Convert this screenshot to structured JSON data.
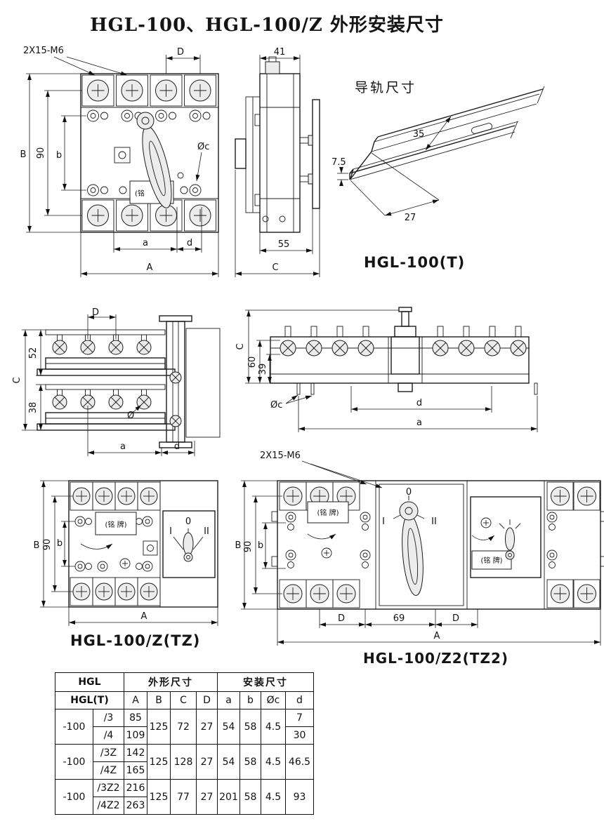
{
  "page": {
    "title": "HGL-100、HGL-100/Z 外形安装尺寸"
  },
  "front_view": {
    "mount_label": "2X15-M6",
    "dim_d_top": "D",
    "dim_b_outer": "B",
    "dim_90": "90",
    "dim_b_inner": "b",
    "dim_phi_c": "Øc",
    "nameplate": "(铭",
    "dim_a": "a",
    "dim_d": "d",
    "dim_a_outer": "A"
  },
  "side_view": {
    "dim_41": "41",
    "dim_55": "55",
    "dim_c": "C"
  },
  "rail_view": {
    "title": "导轨尺寸",
    "dim_35": "35",
    "dim_7_5": "7.5",
    "dim_27": "27",
    "caption": "HGL-100(T)"
  },
  "stack_view": {
    "dim_d_top": "D",
    "dim_c": "C",
    "dim_52": "52",
    "dim_38": "38",
    "dim_phi": "Ø",
    "dim_a": "a",
    "dim_d": "d"
  },
  "top_view": {
    "dim_c": "C",
    "dim_60": "60",
    "dim_39": "39",
    "dim_phi_c": "Øc",
    "dim_d": "d",
    "dim_a": "a"
  },
  "tz_view": {
    "dim_b_outer": "B",
    "dim_90": "90",
    "dim_b_inner": "b",
    "nameplate": "(铭 牌)",
    "pos_0": "0",
    "pos_1": "I",
    "pos_2": "II",
    "dim_a_outer": "A",
    "caption": "HGL-100/Z(TZ)"
  },
  "tz2_view": {
    "mount_label": "2X15-M6",
    "dim_b_outer": "B",
    "dim_90": "90",
    "dim_b_inner": "b",
    "nameplate_left": "(铭 牌)",
    "nameplate_right": "(铭 牌)",
    "pos_0": "0",
    "pos_1": "I",
    "pos_2": "II",
    "dim_d_left": "D",
    "dim_69": "69",
    "dim_d_right": "D",
    "dim_a_outer": "A",
    "caption": "HGL-100/Z2(TZ2)"
  },
  "table": {
    "header": {
      "hgl": "HGL",
      "outline": "外形尺寸",
      "install": "安装尺寸",
      "hgl_t": "HGL(T)",
      "cols": [
        "A",
        "B",
        "C",
        "D",
        "a",
        "b",
        "Øc",
        "d"
      ]
    },
    "groups": [
      {
        "model": "-100",
        "B": "125",
        "C": "72",
        "D": "27",
        "a": "54",
        "b": "58",
        "phi_c": "4.5",
        "rows": [
          {
            "variant": "/3",
            "A": "85",
            "d": "7"
          },
          {
            "variant": "/4",
            "A": "109",
            "d": "30"
          }
        ]
      },
      {
        "model": "-100",
        "B": "125",
        "C": "128",
        "D": "27",
        "a": "54",
        "b": "58",
        "phi_c": "4.5",
        "d": "46.5",
        "rows": [
          {
            "variant": "/3Z",
            "A": "142"
          },
          {
            "variant": "/4Z",
            "A": "165"
          }
        ]
      },
      {
        "model": "-100",
        "B": "125",
        "C": "77",
        "D": "27",
        "a": "201",
        "b": "58",
        "phi_c": "4.5",
        "d": "93",
        "rows": [
          {
            "variant": "/3Z2",
            "A": "216"
          },
          {
            "variant": "/4Z2",
            "A": "263"
          }
        ]
      }
    ]
  }
}
